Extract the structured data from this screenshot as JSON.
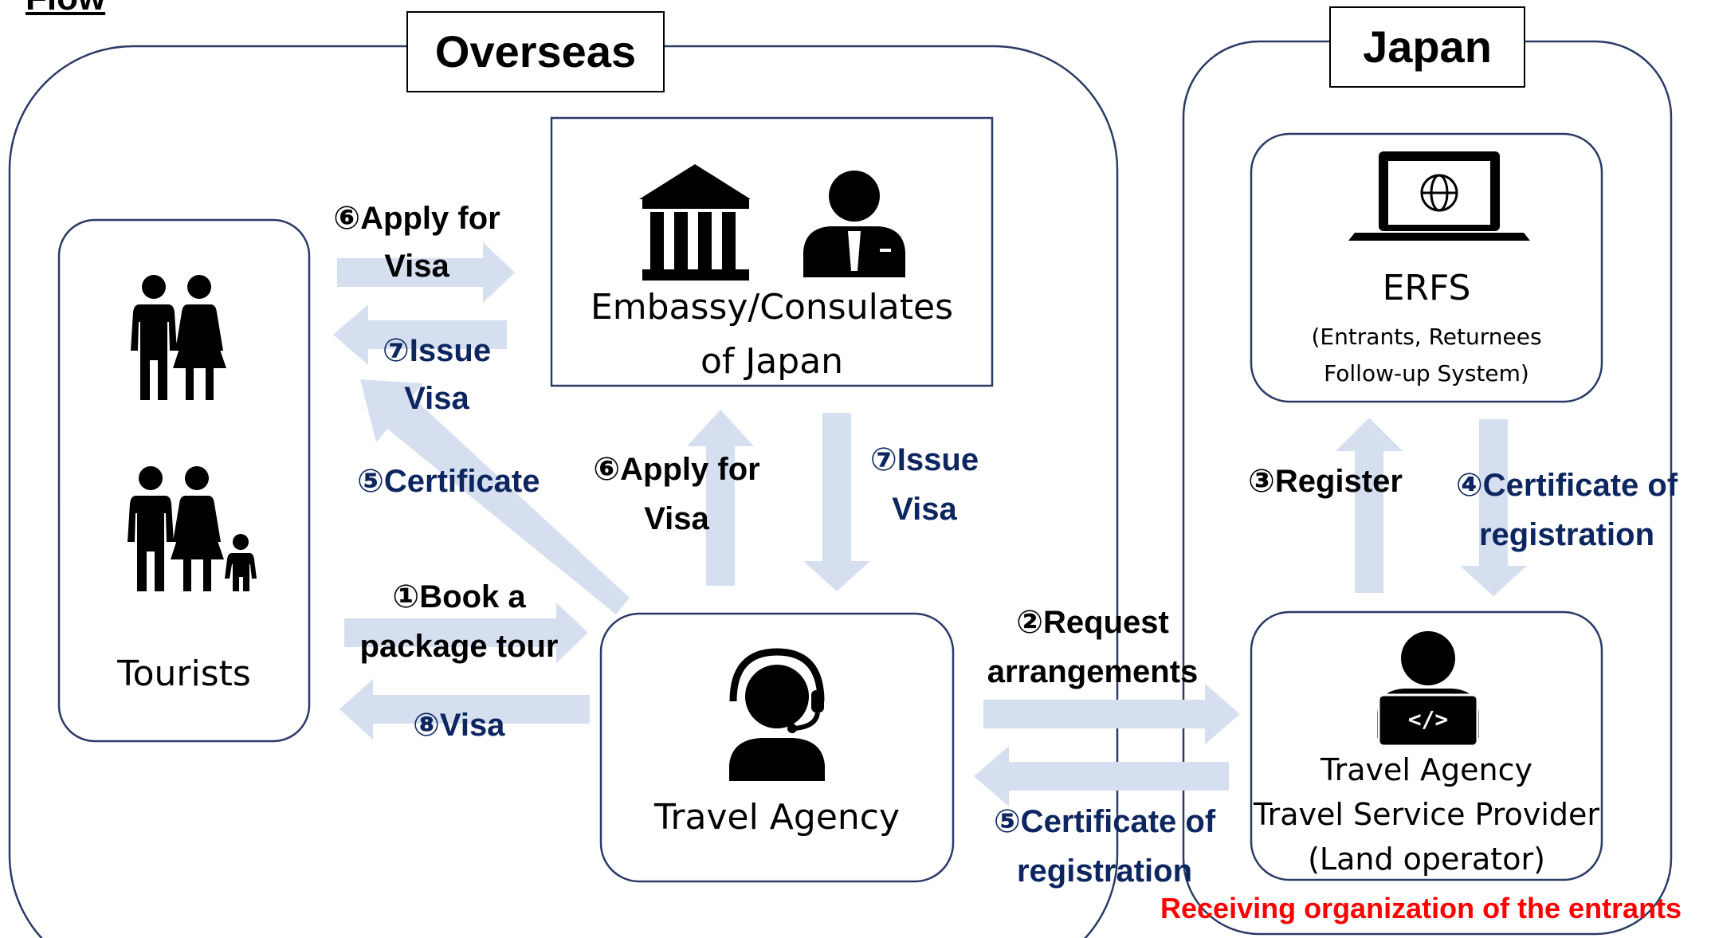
{
  "header_fragment": "Flow",
  "regions": {
    "overseas": "Overseas",
    "japan": "Japan"
  },
  "nodes": {
    "embassy": {
      "label_line1": "Embassy/Consulates",
      "label_line2": "of Japan"
    },
    "tourists": {
      "label": "Tourists"
    },
    "travel_agency_overseas": {
      "label": "Travel Agency"
    },
    "erfs": {
      "label": "ERFS",
      "sub_line1": "(Entrants, Returnees",
      "sub_line2": "Follow-up System)"
    },
    "travel_agency_japan": {
      "line1": "Travel Agency",
      "line2": "Travel Service Provider",
      "line3": "(Land operator)"
    }
  },
  "steps": {
    "apply_visa_top": {
      "line1": "⑥Apply for",
      "line2": "Visa"
    },
    "issue_visa_left": {
      "line1": "⑦Issue",
      "line2": "Visa"
    },
    "certificate_left": {
      "label": "⑤Certificate"
    },
    "apply_visa_mid": {
      "line1": "⑥Apply for",
      "line2": "Visa"
    },
    "issue_visa_mid": {
      "line1": "⑦Issue",
      "line2": "Visa"
    },
    "book_tour": {
      "line1": "①Book a",
      "line2": "package tour"
    },
    "visa_return": {
      "label": "⑧Visa"
    },
    "request_arrangements": {
      "line1": "②Request",
      "line2": "arrangements"
    },
    "certificate_registration_bottom": {
      "line1": "⑤Certificate of",
      "line2": "registration"
    },
    "register": {
      "label": "③Register"
    },
    "certificate_registration_right": {
      "line1": "④Certificate of",
      "line2": "registration"
    }
  },
  "footer_note": "Receiving organization of the entrants",
  "colors": {
    "arrow": "#d5dff0",
    "navy_text": "#0d2660",
    "note_red": "#ff0000",
    "border": "#2b3a67"
  },
  "icons": [
    "bank-icon",
    "official-person-icon",
    "couple-icon",
    "family-icon",
    "support-agent-icon",
    "laptop-globe-icon",
    "developer-person-icon"
  ]
}
